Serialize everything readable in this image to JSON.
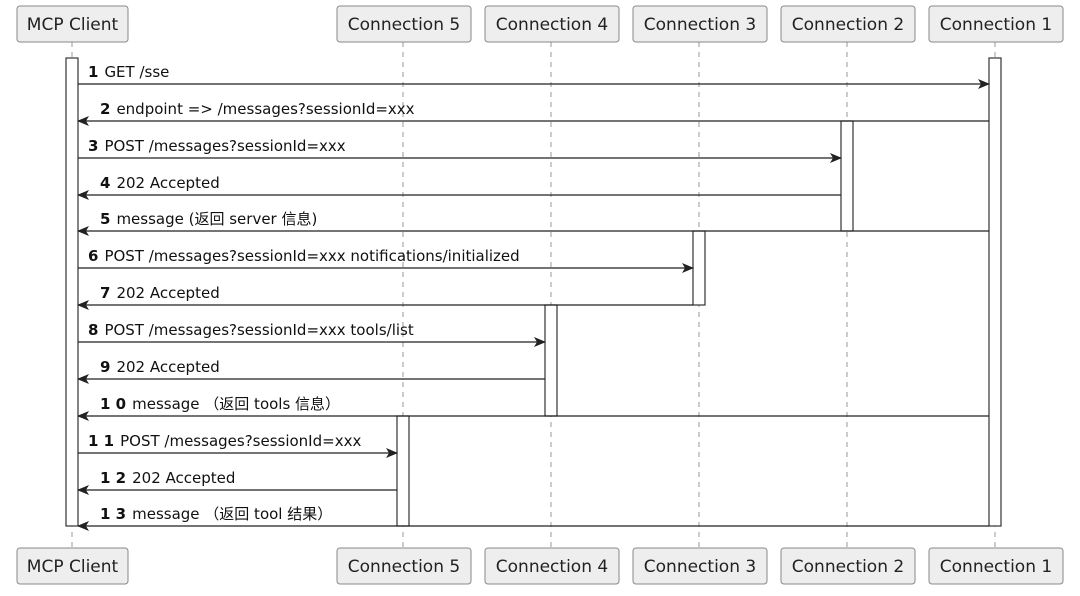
{
  "participants": [
    {
      "id": "client",
      "label": "MCP Client"
    },
    {
      "id": "c5",
      "label": "Connection 5"
    },
    {
      "id": "c4",
      "label": "Connection 4"
    },
    {
      "id": "c3",
      "label": "Connection 3"
    },
    {
      "id": "c2",
      "label": "Connection 2"
    },
    {
      "id": "c1",
      "label": "Connection 1"
    }
  ],
  "messages": [
    {
      "num": "1",
      "text": "GET /sse",
      "from": "client",
      "to": "c1"
    },
    {
      "num": "2",
      "text": "endpoint => /messages?sessionId=xxx",
      "from": "c1",
      "to": "client"
    },
    {
      "num": "3",
      "text": "POST /messages?sessionId=xxx",
      "from": "client",
      "to": "c2"
    },
    {
      "num": "4",
      "text": "202 Accepted",
      "from": "c2",
      "to": "client"
    },
    {
      "num": "5",
      "text": "message (返回 server 信息)",
      "from": "c1",
      "to": "client"
    },
    {
      "num": "6",
      "text": "POST /messages?sessionId=xxx notifications/initialized",
      "from": "client",
      "to": "c3"
    },
    {
      "num": "7",
      "text": "202 Accepted",
      "from": "c3",
      "to": "client"
    },
    {
      "num": "8",
      "text": "POST /messages?sessionId=xxx tools/list",
      "from": "client",
      "to": "c4"
    },
    {
      "num": "9",
      "text": "202 Accepted",
      "from": "c4",
      "to": "client"
    },
    {
      "num": "1 0",
      "text": "message （返回 tools 信息）",
      "from": "c1",
      "to": "client"
    },
    {
      "num": "1 1",
      "text": "POST /messages?sessionId=xxx",
      "from": "client",
      "to": "c5"
    },
    {
      "num": "1 2",
      "text": "202 Accepted",
      "from": "c5",
      "to": "client"
    },
    {
      "num": "1 3",
      "text": "message （返回 tool 结果）",
      "from": "c1",
      "to": "client"
    }
  ]
}
